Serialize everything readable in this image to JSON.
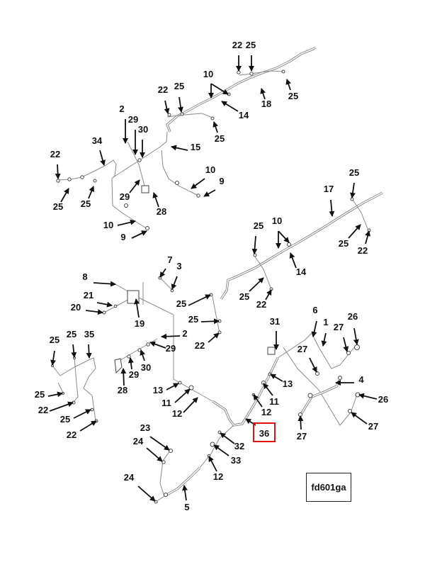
{
  "diagram_id": "fd601ga",
  "highlighted_callout": "36",
  "highlight_color": "#e01010",
  "callouts": [
    "22",
    "25",
    "10",
    "25",
    "22",
    "18",
    "25",
    "14",
    "25",
    "2",
    "29",
    "30",
    "15",
    "34",
    "22",
    "25",
    "25",
    "29",
    "28",
    "10",
    "9",
    "10",
    "9",
    "25",
    "17",
    "25",
    "10",
    "25",
    "22",
    "14",
    "25",
    "22",
    "7",
    "3",
    "8",
    "21",
    "20",
    "19",
    "25",
    "25",
    "22",
    "2",
    "29",
    "30",
    "29",
    "28",
    "25",
    "25",
    "35",
    "25",
    "22",
    "25",
    "22",
    "13",
    "11",
    "12",
    "31",
    "13",
    "11",
    "12",
    "36",
    "32",
    "33",
    "12",
    "23",
    "24",
    "24",
    "5",
    "6",
    "1",
    "27",
    "27",
    "26",
    "4",
    "26",
    "27",
    "27"
  ]
}
